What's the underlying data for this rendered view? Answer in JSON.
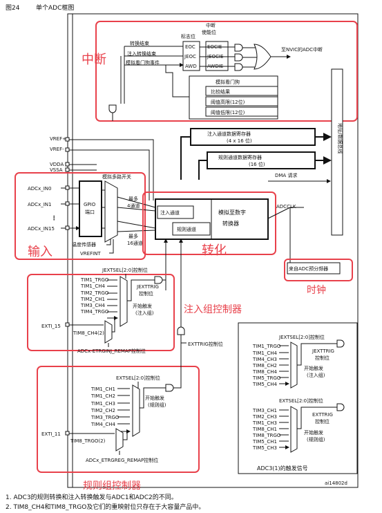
{
  "figure": {
    "number": "图24",
    "title": "单个ADC框图",
    "ref": "ai14802d"
  },
  "regions": {
    "interrupt": "中断",
    "input": "输入",
    "convert": "转化",
    "clock": "时钟",
    "injected_ctrl": "注入组控制器",
    "regular_ctrl": "规则组控制器"
  },
  "interrupt": {
    "header_int": "中断",
    "header_enable": "使能位",
    "header_flag": "标志位",
    "sig_eoc": "转换结束",
    "sig_jeoc": "注入转换结束",
    "sig_awd": "模拟看门狗事件",
    "flags": [
      "EOC",
      "JEOC",
      "AWD"
    ],
    "enables": [
      "EOCIE",
      "JEOCIE",
      "AWDIE"
    ],
    "to_nvic": "至NVIC的ADC中断"
  },
  "watchdog": {
    "title": "模拟看门狗",
    "rows": [
      "比较结果",
      "阈值高限(12位)",
      "阈值低限(12位)"
    ]
  },
  "registers": {
    "inj_title": "注入通道数据寄存器",
    "inj_size": "(4 x 16 位)",
    "reg_title": "规则通道数据寄存器",
    "reg_size": "(16 位)",
    "dma": "DMA 请求",
    "bus": "地址/数据总线"
  },
  "power": [
    "VREF+",
    "VREF-",
    "VDDA",
    "VSSA"
  ],
  "inputs": {
    "pins": [
      "ADCx_IN0",
      "ADCx_IN1",
      "ADCx_IN15"
    ],
    "dots": "⋮",
    "gpio": "GPIO\n端口",
    "gpio_l1": "GPIO",
    "gpio_l2": "端口",
    "mux": "模拟多路开关",
    "temp": "温度传感器",
    "vrefint": "VREFINT",
    "max4_a": "最多",
    "max4_b": "4通道",
    "max16_a": "最多",
    "max16_b": "16通道"
  },
  "converter": {
    "inj_ch": "注入通道",
    "reg_ch": "规则通道",
    "adc_l1": "模拟至数字",
    "adc_l2": "转换器",
    "adcclk": "ADCCLK",
    "prescaler": "来自ADC预分频器"
  },
  "injected": {
    "jextsel": "JEXTSEL[2:0]控制位",
    "triggers": [
      "TIM1_TRGO",
      "TIM1_CH4",
      "TIM2_TRGO",
      "TIM2_CH1",
      "TIM3_CH4",
      "TIM4_TRGO"
    ],
    "jextrig_l1": "JEXTTRIG",
    "jextrig_l2": "控制位",
    "start_l1": "开始触发",
    "start_l2": "(注入组)",
    "exti": "EXTI_15",
    "tim8": "TIM8_CH4(2)",
    "remap": "ADCx-ETRGINJ_REMAP控制位"
  },
  "exttrig": "EXTTRIG控制位",
  "regular": {
    "extsel": "EXTSEL[2:0]控制位",
    "triggers": [
      "TIM1_CH1",
      "TIM1_CH2",
      "TIM1_CH3",
      "TIM2_CH2",
      "TIM3_TRGO",
      "TIM4_CH4"
    ],
    "start_l1": "开始触发",
    "start_l2": "(规则组)",
    "exti": "EXTI_11",
    "tim8": "TIM8_TRGO(2)",
    "remap": "ADCx_ETRGREG_REMAP控制位"
  },
  "adc3": {
    "jextsel": "JEXTSEL[2:0]控制位",
    "jtriggers": [
      "TIM1_TRGO",
      "TIM1_CH4",
      "TIM4_CH3",
      "TIM8_CH2",
      "TIM8_CH4",
      "TIM5_TRGO",
      "TIM5_CH4"
    ],
    "jextrig_l1": "JEXTTRIG",
    "jextrig_l2": "控制位",
    "jstart_l1": "开始触发",
    "jstart_l2": "(注入组)",
    "extsel": "EXTSEL[2:0]控制位",
    "triggers": [
      "TIM3_CH1",
      "TIM2_CH3",
      "TIM1_CH3",
      "TIM8_CH1",
      "TIM8_TRGO",
      "TIM5_CH1",
      "TIM5_CH3"
    ],
    "exttrig_l1": "EXTTRIG",
    "exttrig_l2": "控制位",
    "start_l1": "开始触发",
    "start_l2": "(规则组)",
    "caption": "ADC3(1)的触发信号"
  },
  "footnotes": [
    "1.  ADC3的规则转换和注入转换触发与ADC1和ADC2的不同。",
    "2.  TIM8_CH4和TIM8_TRGO及它们的重映射位只存在于大容量产品中。"
  ]
}
